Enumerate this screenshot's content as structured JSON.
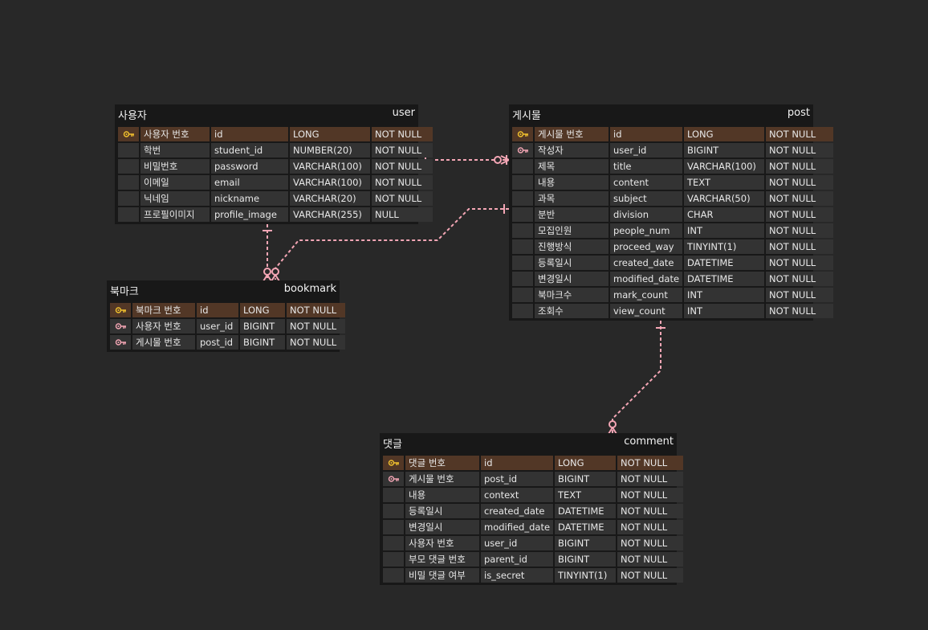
{
  "colors": {
    "background": "#282828",
    "table": "#181818",
    "cell": "#333333",
    "pk_row": "#523726",
    "pk_key": "#f2c12e",
    "fk_key": "#f4a6b5",
    "relation": "#f4a6b5"
  },
  "tables": {
    "user": {
      "logical": "사용자",
      "physical": "user",
      "rows": [
        {
          "key": "pk",
          "logical": "사용자 번호",
          "column": "id",
          "type": "LONG",
          "nullable": "NOT NULL"
        },
        {
          "key": "",
          "logical": "학번",
          "column": "student_id",
          "type": "NUMBER(20)",
          "nullable": "NOT NULL"
        },
        {
          "key": "",
          "logical": "비밀번호",
          "column": "password",
          "type": "VARCHAR(100)",
          "nullable": "NOT NULL"
        },
        {
          "key": "",
          "logical": "이메일",
          "column": "email",
          "type": "VARCHAR(100)",
          "nullable": "NOT NULL"
        },
        {
          "key": "",
          "logical": "닉네임",
          "column": "nickname",
          "type": "VARCHAR(20)",
          "nullable": "NOT NULL"
        },
        {
          "key": "",
          "logical": "프로필이미지",
          "column": "profile_image",
          "type": "VARCHAR(255)",
          "nullable": "NULL"
        }
      ]
    },
    "post": {
      "logical": "게시물",
      "physical": "post",
      "rows": [
        {
          "key": "pk",
          "logical": "게시물 번호",
          "column": "id",
          "type": "LONG",
          "nullable": "NOT NULL"
        },
        {
          "key": "fk",
          "logical": "작성자",
          "column": "user_id",
          "type": "BIGINT",
          "nullable": "NOT NULL"
        },
        {
          "key": "",
          "logical": "제목",
          "column": "title",
          "type": "VARCHAR(100)",
          "nullable": "NOT NULL"
        },
        {
          "key": "",
          "logical": "내용",
          "column": "content",
          "type": "TEXT",
          "nullable": "NOT NULL"
        },
        {
          "key": "",
          "logical": "과목",
          "column": "subject",
          "type": "VARCHAR(50)",
          "nullable": "NOT NULL"
        },
        {
          "key": "",
          "logical": "분반",
          "column": "division",
          "type": "CHAR",
          "nullable": "NOT NULL"
        },
        {
          "key": "",
          "logical": "모집인원",
          "column": "people_num",
          "type": "INT",
          "nullable": "NOT NULL"
        },
        {
          "key": "",
          "logical": "진행방식",
          "column": "proceed_way",
          "type": "TINYINT(1)",
          "nullable": "NOT NULL"
        },
        {
          "key": "",
          "logical": "등록일시",
          "column": "created_date",
          "type": "DATETIME",
          "nullable": "NOT NULL"
        },
        {
          "key": "",
          "logical": "변경일시",
          "column": "modified_date",
          "type": "DATETIME",
          "nullable": "NOT NULL"
        },
        {
          "key": "",
          "logical": "북마크수",
          "column": "mark_count",
          "type": "INT",
          "nullable": "NOT NULL"
        },
        {
          "key": "",
          "logical": "조회수",
          "column": "view_count",
          "type": "INT",
          "nullable": "NOT NULL"
        }
      ]
    },
    "bookmark": {
      "logical": "북마크",
      "physical": "bookmark",
      "rows": [
        {
          "key": "pk",
          "logical": "북마크 번호",
          "column": "id",
          "type": "LONG",
          "nullable": "NOT NULL"
        },
        {
          "key": "fk",
          "logical": "사용자 번호",
          "column": "user_id",
          "type": "BIGINT",
          "nullable": "NOT NULL"
        },
        {
          "key": "fk",
          "logical": "게시물 번호",
          "column": "post_id",
          "type": "BIGINT",
          "nullable": "NOT NULL"
        }
      ]
    },
    "comment": {
      "logical": "댓글",
      "physical": "comment",
      "rows": [
        {
          "key": "pk",
          "logical": "댓글 번호",
          "column": "id",
          "type": "LONG",
          "nullable": "NOT NULL"
        },
        {
          "key": "fk",
          "logical": "게시물 번호",
          "column": "post_id",
          "type": "BIGINT",
          "nullable": "NOT NULL"
        },
        {
          "key": "",
          "logical": "내용",
          "column": "context",
          "type": "TEXT",
          "nullable": "NOT NULL"
        },
        {
          "key": "",
          "logical": "등록일시",
          "column": "created_date",
          "type": "DATETIME",
          "nullable": "NOT NULL"
        },
        {
          "key": "",
          "logical": "변경일시",
          "column": "modified_date",
          "type": "DATETIME",
          "nullable": "NOT NULL"
        },
        {
          "key": "",
          "logical": "사용자 번호",
          "column": "user_id",
          "type": "BIGINT",
          "nullable": "NOT NULL"
        },
        {
          "key": "",
          "logical": "부모 댓글 번호",
          "column": "parent_id",
          "type": "BIGINT",
          "nullable": "NOT NULL"
        },
        {
          "key": "",
          "logical": "비밀 댓글 여부",
          "column": "is_secret",
          "type": "TINYINT(1)",
          "nullable": "NOT NULL"
        }
      ]
    }
  },
  "relationships": [
    {
      "from": "user",
      "to": "post",
      "cardinality": "one to zero-or-many"
    },
    {
      "from": "user",
      "to": "bookmark",
      "cardinality": "one to zero-or-many"
    },
    {
      "from": "post",
      "to": "bookmark",
      "cardinality": "one to zero-or-many"
    },
    {
      "from": "post",
      "to": "comment",
      "cardinality": "one to zero-or-many"
    }
  ]
}
